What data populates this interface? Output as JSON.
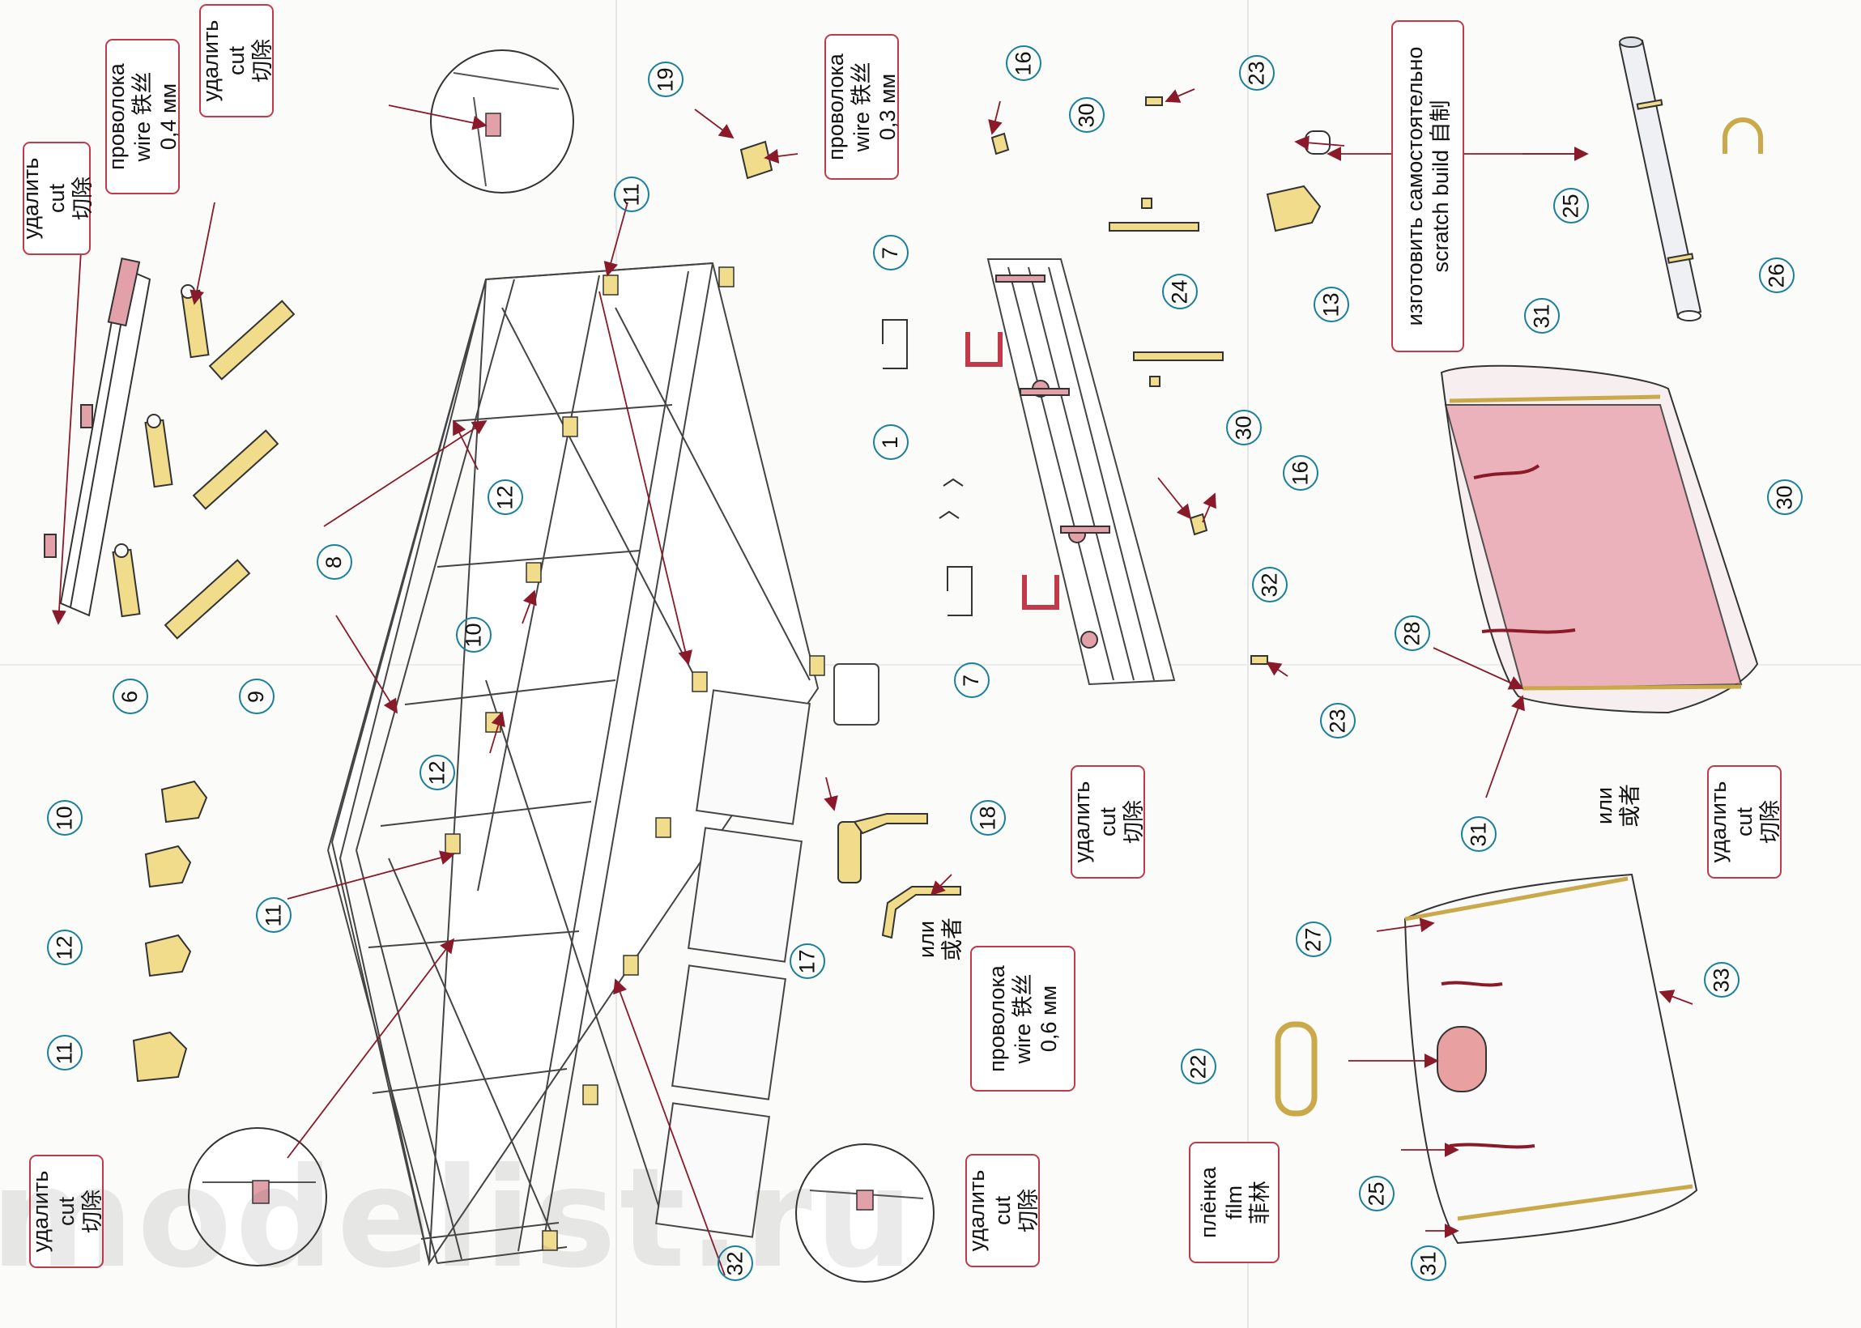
{
  "labels": {
    "cut_left_top": [
      "удалить",
      "cut",
      "切除"
    ],
    "wire_04": [
      "проволока",
      "wire 铁丝",
      "0,4 мм"
    ],
    "cut_top_mid": [
      "удалить",
      "cut",
      "切除"
    ],
    "wire_03": [
      "проволока",
      "wire 铁丝",
      "0,3 мм"
    ],
    "cut_bottom_left": [
      "удалить",
      "cut",
      "切除"
    ],
    "cut_bottom_mid": [
      "удалить",
      "cut",
      "切除"
    ],
    "cut_mid_right": [
      "удалить",
      "cut",
      "切除"
    ],
    "wire_06": [
      "проволока",
      "wire 铁丝",
      "0,6 мм"
    ],
    "or_17": [
      "или",
      "或者"
    ],
    "scratch_build": [
      "изготовить самостоятельно",
      "scratch build  自制"
    ],
    "or_right": [
      "или",
      "或者"
    ],
    "cut_right": [
      "удалить",
      "cut",
      "切除"
    ],
    "film": [
      "плёнка",
      "film",
      "菲林"
    ]
  },
  "part_numbers": [
    "6",
    "9",
    "10",
    "12",
    "11",
    "11",
    "8",
    "12",
    "10",
    "12",
    "11",
    "19",
    "11",
    "32",
    "17",
    "18",
    "16",
    "30",
    "23",
    "7",
    "24",
    "1",
    "30",
    "16",
    "7",
    "32",
    "23",
    "13",
    "25",
    "26",
    "31",
    "30",
    "28",
    "31",
    "27",
    "22",
    "25",
    "33",
    "31"
  ],
  "watermark": "modelist.ru",
  "colors": {
    "callout_border": "#c23a4a",
    "number_circle": "#1a7f9a",
    "part_yellow": "#f1dc8c",
    "part_pink": "#e2a0a8",
    "tarp_pink": "#e9a8b2",
    "leader_line": "#8a1a2a"
  }
}
